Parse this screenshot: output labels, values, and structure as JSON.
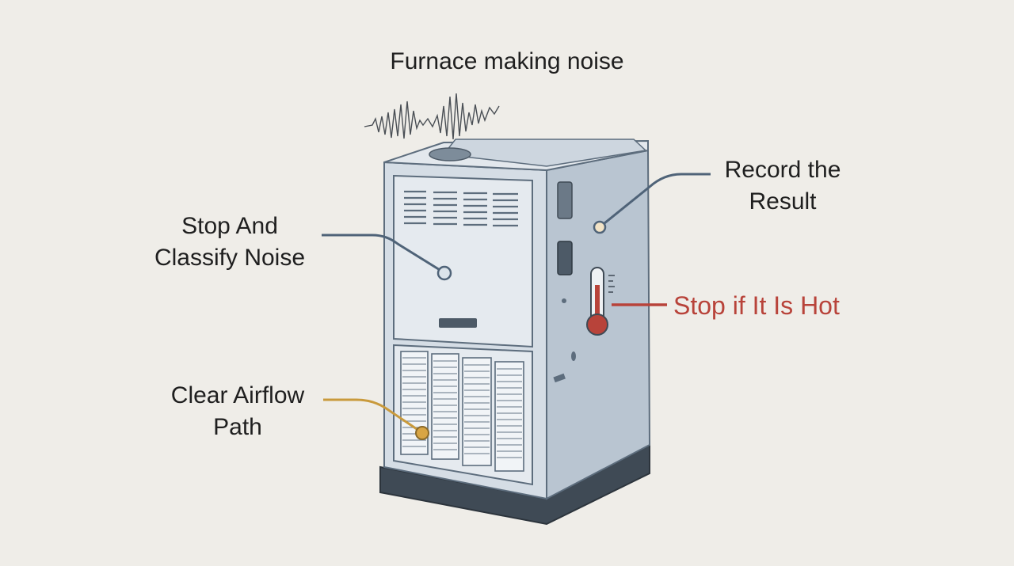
{
  "title": "Furnace making noise",
  "callouts": {
    "record": {
      "line1": "Record the",
      "line2": "Result"
    },
    "classify": {
      "line1": "Stop And",
      "line2": "Classify Noise"
    },
    "hot": {
      "text": "Stop if It Is Hot"
    },
    "airflow": {
      "line1": "Clear Airflow",
      "line2": "Path"
    }
  },
  "colors": {
    "background": "#efede8",
    "neutral_leader": "#4f6378",
    "hot_leader": "#b8433a",
    "airflow_leader": "#c99a3c",
    "text": "#1f1f1f",
    "hot_text": "#b8433a",
    "furnace_body": "#c7d2dd",
    "furnace_outline": "#5d6d7d"
  },
  "icons": [
    "sound-wave-icon",
    "thermometer-icon",
    "furnace-illustration"
  ]
}
